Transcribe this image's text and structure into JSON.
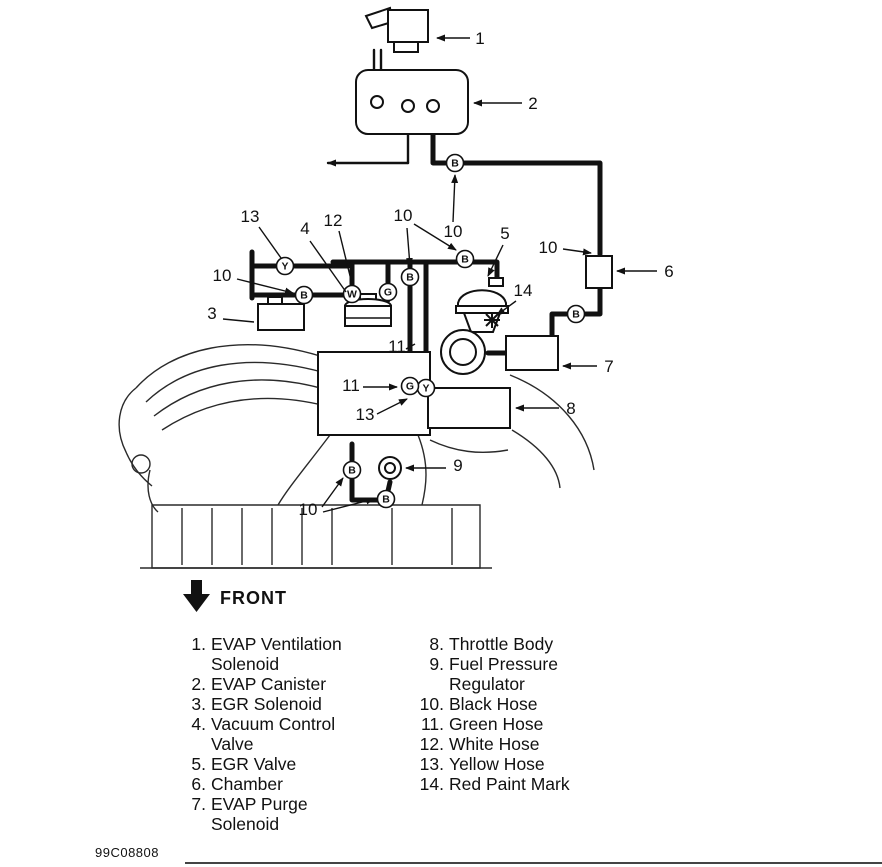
{
  "figure": {
    "front_label": "FRONT",
    "doc_code": "99C08808"
  },
  "colors": {
    "ink": "#111111",
    "background": "#ffffff"
  },
  "callouts": {
    "n1": "1",
    "n2": "2",
    "n3": "3",
    "n4": "4",
    "n5": "5",
    "n6": "6",
    "n7": "7",
    "n8": "8",
    "n9": "9",
    "n10": "10",
    "n11": "11",
    "n12": "12",
    "n13": "13",
    "n14": "14"
  },
  "markers": {
    "B": "B",
    "Y": "Y",
    "W": "W",
    "G": "G"
  },
  "legend": {
    "left": [
      {
        "num": "1.",
        "line1": "EVAP Ventilation",
        "line2": "Solenoid"
      },
      {
        "num": "2.",
        "line1": "EVAP Canister",
        "line2": ""
      },
      {
        "num": "3.",
        "line1": "EGR Solenoid",
        "line2": ""
      },
      {
        "num": "4.",
        "line1": "Vacuum Control",
        "line2": "Valve"
      },
      {
        "num": "5.",
        "line1": "EGR Valve",
        "line2": ""
      },
      {
        "num": "6.",
        "line1": "Chamber",
        "line2": ""
      },
      {
        "num": "7.",
        "line1": "EVAP Purge",
        "line2": "Solenoid"
      }
    ],
    "right": [
      {
        "num": "8.",
        "line1": "Throttle Body",
        "line2": ""
      },
      {
        "num": "9.",
        "line1": "Fuel Pressure",
        "line2": "Regulator"
      },
      {
        "num": "10.",
        "line1": "Black Hose",
        "line2": ""
      },
      {
        "num": "11.",
        "line1": "Green Hose",
        "line2": ""
      },
      {
        "num": "12.",
        "line1": "White Hose",
        "line2": ""
      },
      {
        "num": "13.",
        "line1": "Yellow Hose",
        "line2": ""
      },
      {
        "num": "14.",
        "line1": "Red Paint Mark",
        "line2": ""
      }
    ]
  }
}
